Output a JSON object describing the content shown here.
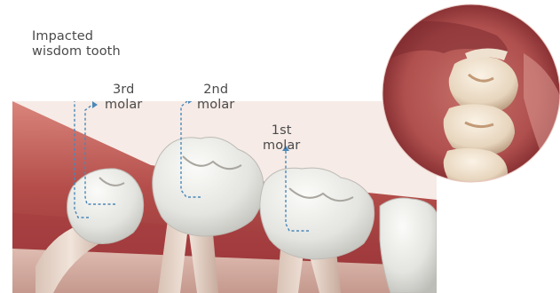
{
  "labels": {
    "impacted": {
      "line1": "Impacted",
      "line2": "wisdom tooth"
    },
    "third_molar": {
      "line1": "3rd",
      "line2": "molar"
    },
    "second_molar": {
      "line1": "2nd",
      "line2": "molar"
    },
    "first_molar": {
      "line1": "1st",
      "line2": "molar"
    }
  },
  "colors": {
    "label_text": "#4a4a4a",
    "leader_line": "#4a88b8",
    "gum": "#b7524f",
    "tooth": "#e9e9e6"
  }
}
